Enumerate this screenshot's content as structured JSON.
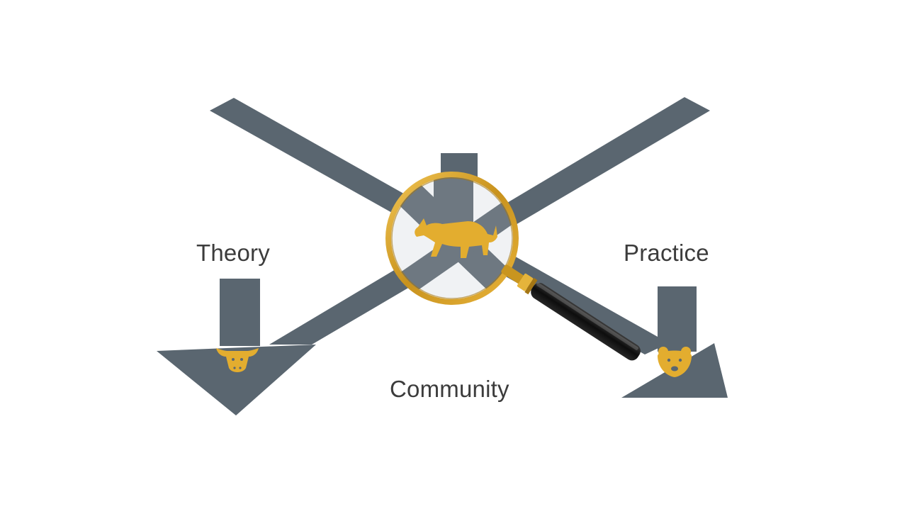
{
  "labels": {
    "theory": "Theory",
    "practice": "Practice",
    "community": "Community"
  },
  "colors": {
    "arrow": "#5a6670",
    "arrow_shadow": "#47525b",
    "accent": "#e3ad2f",
    "lens_ring": "#d9a52a",
    "handle": "#151515",
    "text": "#3c3c3c",
    "background": "#ffffff"
  },
  "icons": {
    "center": "bull-icon",
    "left": "bull-head-icon",
    "right": "bear-head-icon",
    "magnifier": "magnifying-glass-icon"
  }
}
